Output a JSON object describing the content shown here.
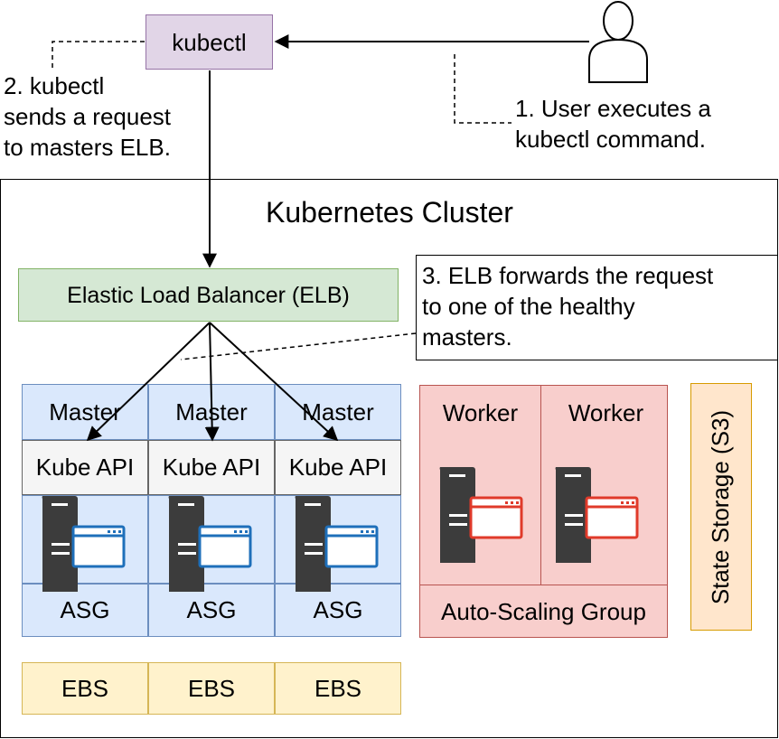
{
  "kubectl": {
    "label": "kubectl"
  },
  "user": {
    "icon": "user-icon"
  },
  "notes": {
    "step1": "1. User executes a\nkubectl command.",
    "step2": "2. kubectl\nsends a request\nto masters ELB.",
    "step3": "3. ELB forwards the request\nto one of the healthy\nmasters."
  },
  "cluster": {
    "title": "Kubernetes Cluster",
    "elb": "Elastic Load Balancer (ELB)",
    "masters": [
      {
        "title": "Master",
        "api": "Kube API",
        "asg": "ASG",
        "ebs": "EBS"
      },
      {
        "title": "Master",
        "api": "Kube API",
        "asg": "ASG",
        "ebs": "EBS"
      },
      {
        "title": "Master",
        "api": "Kube API",
        "asg": "ASG",
        "ebs": "EBS"
      }
    ],
    "workers": [
      {
        "title": "Worker"
      },
      {
        "title": "Worker"
      }
    ],
    "worker_group": "Auto-Scaling Group",
    "state_storage": "State Storage (S3)"
  },
  "colors": {
    "kubectl_fill": "#e1d5e7",
    "elb_fill": "#d5e8d4",
    "master_fill": "#dae8fc",
    "api_fill": "#f5f5f5",
    "worker_fill": "#f8cecc",
    "ebs_fill": "#fff2cc",
    "storage_fill": "#ffe6cc",
    "server_dark": "#3c3c3c",
    "master_window": "#1e6fba",
    "worker_window": "#e03a2a"
  }
}
